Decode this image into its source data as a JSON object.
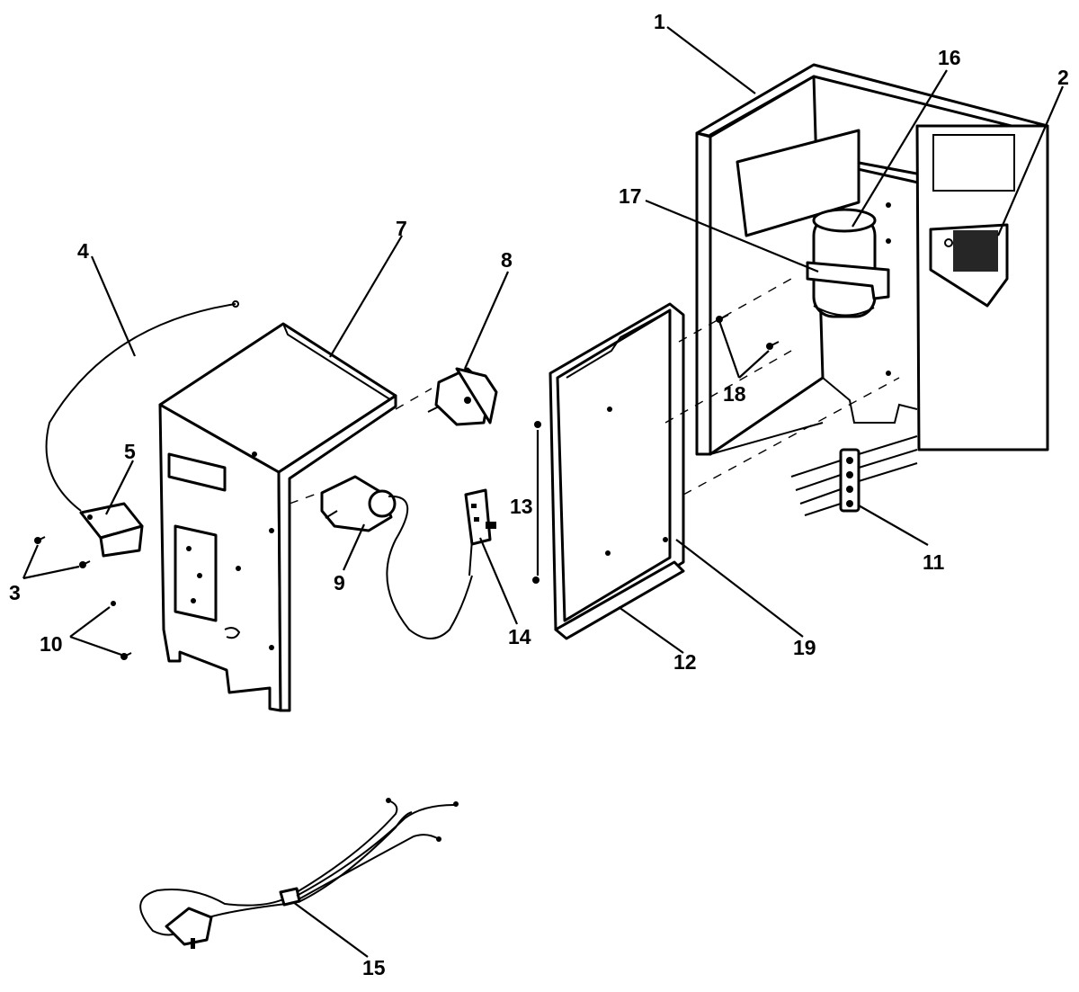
{
  "diagram": {
    "callouts": [
      {
        "id": "1",
        "text": "1"
      },
      {
        "id": "2",
        "text": "2"
      },
      {
        "id": "3",
        "text": "3"
      },
      {
        "id": "4",
        "text": "4"
      },
      {
        "id": "5",
        "text": "5"
      },
      {
        "id": "7",
        "text": "7"
      },
      {
        "id": "8",
        "text": "8"
      },
      {
        "id": "9",
        "text": "9"
      },
      {
        "id": "10",
        "text": "10"
      },
      {
        "id": "11",
        "text": "11"
      },
      {
        "id": "12",
        "text": "12"
      },
      {
        "id": "13",
        "text": "13"
      },
      {
        "id": "14",
        "text": "14"
      },
      {
        "id": "15",
        "text": "15"
      },
      {
        "id": "16",
        "text": "16"
      },
      {
        "id": "17",
        "text": "17"
      },
      {
        "id": "18",
        "text": "18"
      },
      {
        "id": "19",
        "text": "19"
      }
    ]
  }
}
